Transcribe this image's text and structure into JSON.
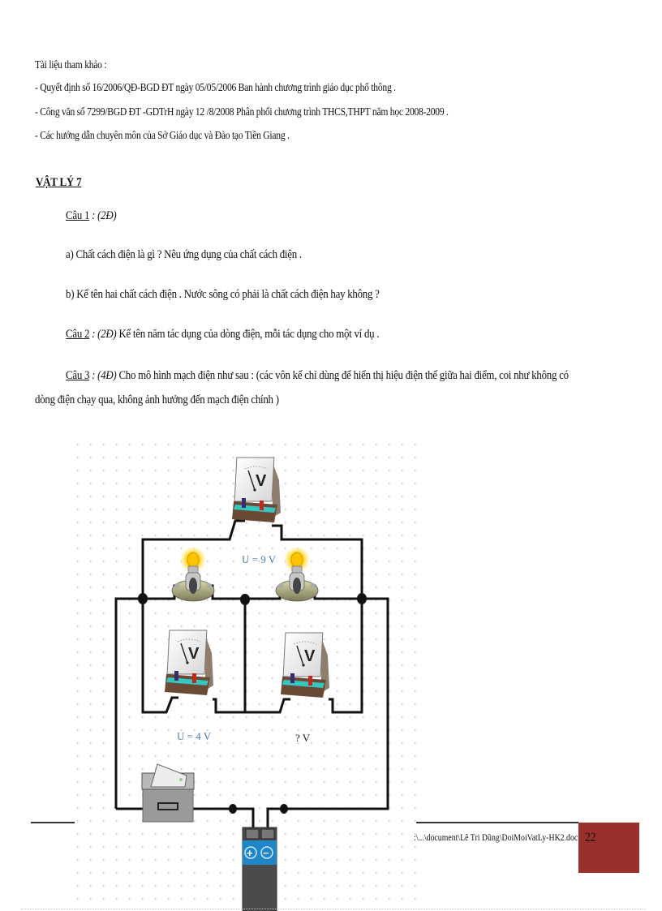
{
  "references": {
    "title": "Tài liệu tham khảo :",
    "items": [
      "- Quyết định số 16/2006/QĐ-BGD ĐT ngày 05/05/2006 Ban hành chương trình giáo dục phổ thông .",
      "- Công văn số 7299/BGD ĐT -GDTrH ngày 12 /8/2008 Phân phối chương trình THCS,THPT năm học 2008-2009 .",
      "- Các hướng dẫn chuyên môn của Sở Giáo dục và Đào tạo Tiền Giang ."
    ]
  },
  "section": {
    "heading": "VẬT LÝ 7"
  },
  "questions": [
    {
      "label": "Câu 1",
      "points": " : (2Đ)",
      "parts": [
        "a) Chất cách điện là gì ? Nêu ứng dụng của chất cách điện .",
        "b) Kể tên hai chất cách điện . Nước sông có phải là chất cách điện hay không ?"
      ]
    },
    {
      "label": "Câu 2",
      "points": " : (2Đ)",
      "text": " Kể tên năm tác dụng của dòng điện, mỗi tác dụng cho một ví dụ ."
    },
    {
      "label": "Câu 3",
      "points": " : (4Đ)",
      "text": " Cho mô hình mạch điện như sau : (các vôn kế chỉ dùng để hiển thị hiệu điện thế giữa hai điểm, coi như không có",
      "text_cont": "dòng điện chạy qua, không ảnh hưởng đến mạch điện chính )"
    }
  ],
  "circuit": {
    "voltmeter_symbol": "V",
    "top_voltmeter_reading": "U = 9 V",
    "left_voltmeter_reading": "U = 4 V",
    "right_voltmeter_reading": "? V",
    "battery_plus": "+",
    "battery_minus": "−",
    "colors": {
      "wire": "#111111",
      "battery_band": "#1f86c8",
      "battery_body": "#4a4a4a",
      "meter_base_teal": "#36c6c0",
      "meter_base_brown": "#8a5a3a",
      "bulb_glow": "#ffd21a"
    }
  },
  "footer": {
    "path": ":\\...\\document\\Lê Tri Dũng\\DoiMoiVatLy-HK2.doc",
    "page_number": "22",
    "page_box_color": "#9a2f2c"
  }
}
